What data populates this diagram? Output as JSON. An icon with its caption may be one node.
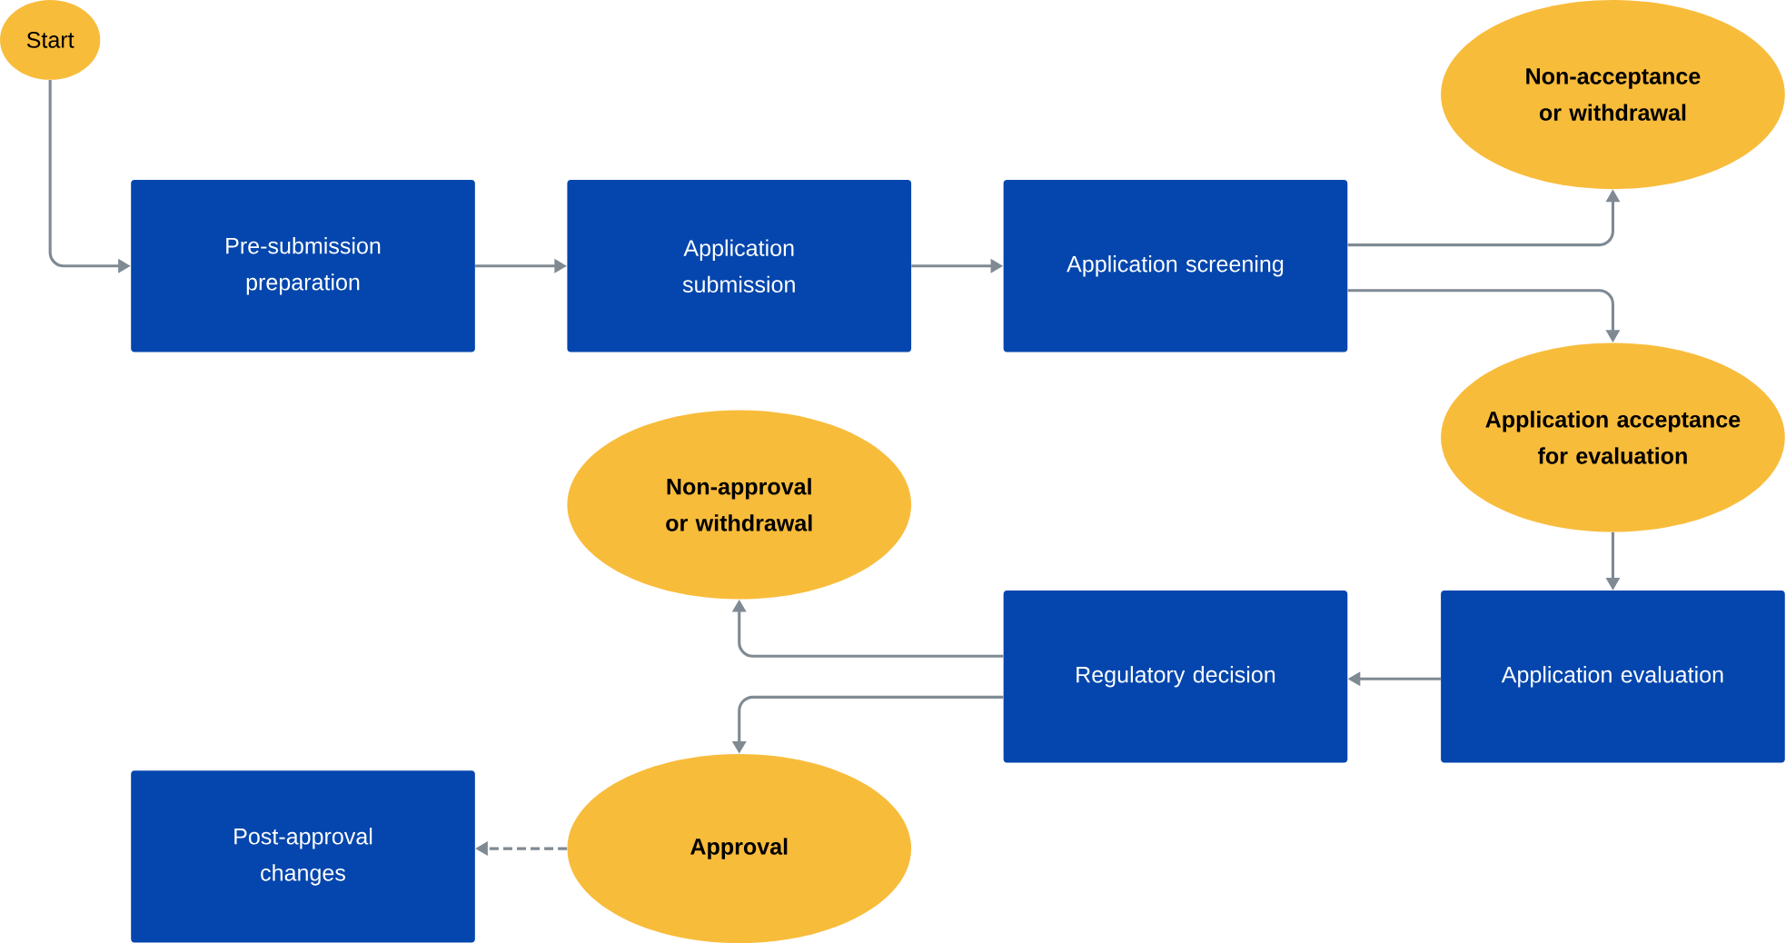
{
  "diagram": {
    "nodes": [
      {
        "text": [
          "Start"
        ]
      },
      {
        "text": [
          "Pre-submission preparation"
        ]
      },
      {
        "text": [
          "Application submission"
        ]
      },
      {
        "text": [
          "Application screening"
        ]
      },
      {
        "text": [
          "Non-acceptance or withdrawal"
        ]
      },
      {
        "text": [
          "Application acceptance for evaluation"
        ]
      },
      {
        "text": [
          "Non-approval or withdrawal"
        ]
      },
      {
        "text": [
          "Regulatory decision"
        ]
      },
      {
        "text": [
          "Application evaluation"
        ]
      },
      {
        "text": [
          "Post-approval changes"
        ]
      },
      {
        "text": [
          "Approval"
        ]
      }
    ],
    "edges": [
      {
        "from": 0,
        "to": 1,
        "arrow": "to"
      },
      {
        "from": 1,
        "to": 2,
        "arrow": "to"
      },
      {
        "from": 2,
        "to": 3,
        "arrow": "to"
      },
      {
        "from": 3,
        "to": 4,
        "arrow": "to"
      },
      {
        "from": 3,
        "to": 5,
        "arrow": "to"
      },
      {
        "from": 5,
        "to": 8,
        "arrow": "to"
      },
      {
        "from": 8,
        "to": 7,
        "arrow": "to"
      },
      {
        "from": 7,
        "to": 6,
        "arrow": "to"
      },
      {
        "from": 7,
        "to": 10,
        "arrow": "to"
      },
      {
        "from": 10,
        "to": 9,
        "arrow": "to",
        "style": "dashed"
      }
    ]
  }
}
